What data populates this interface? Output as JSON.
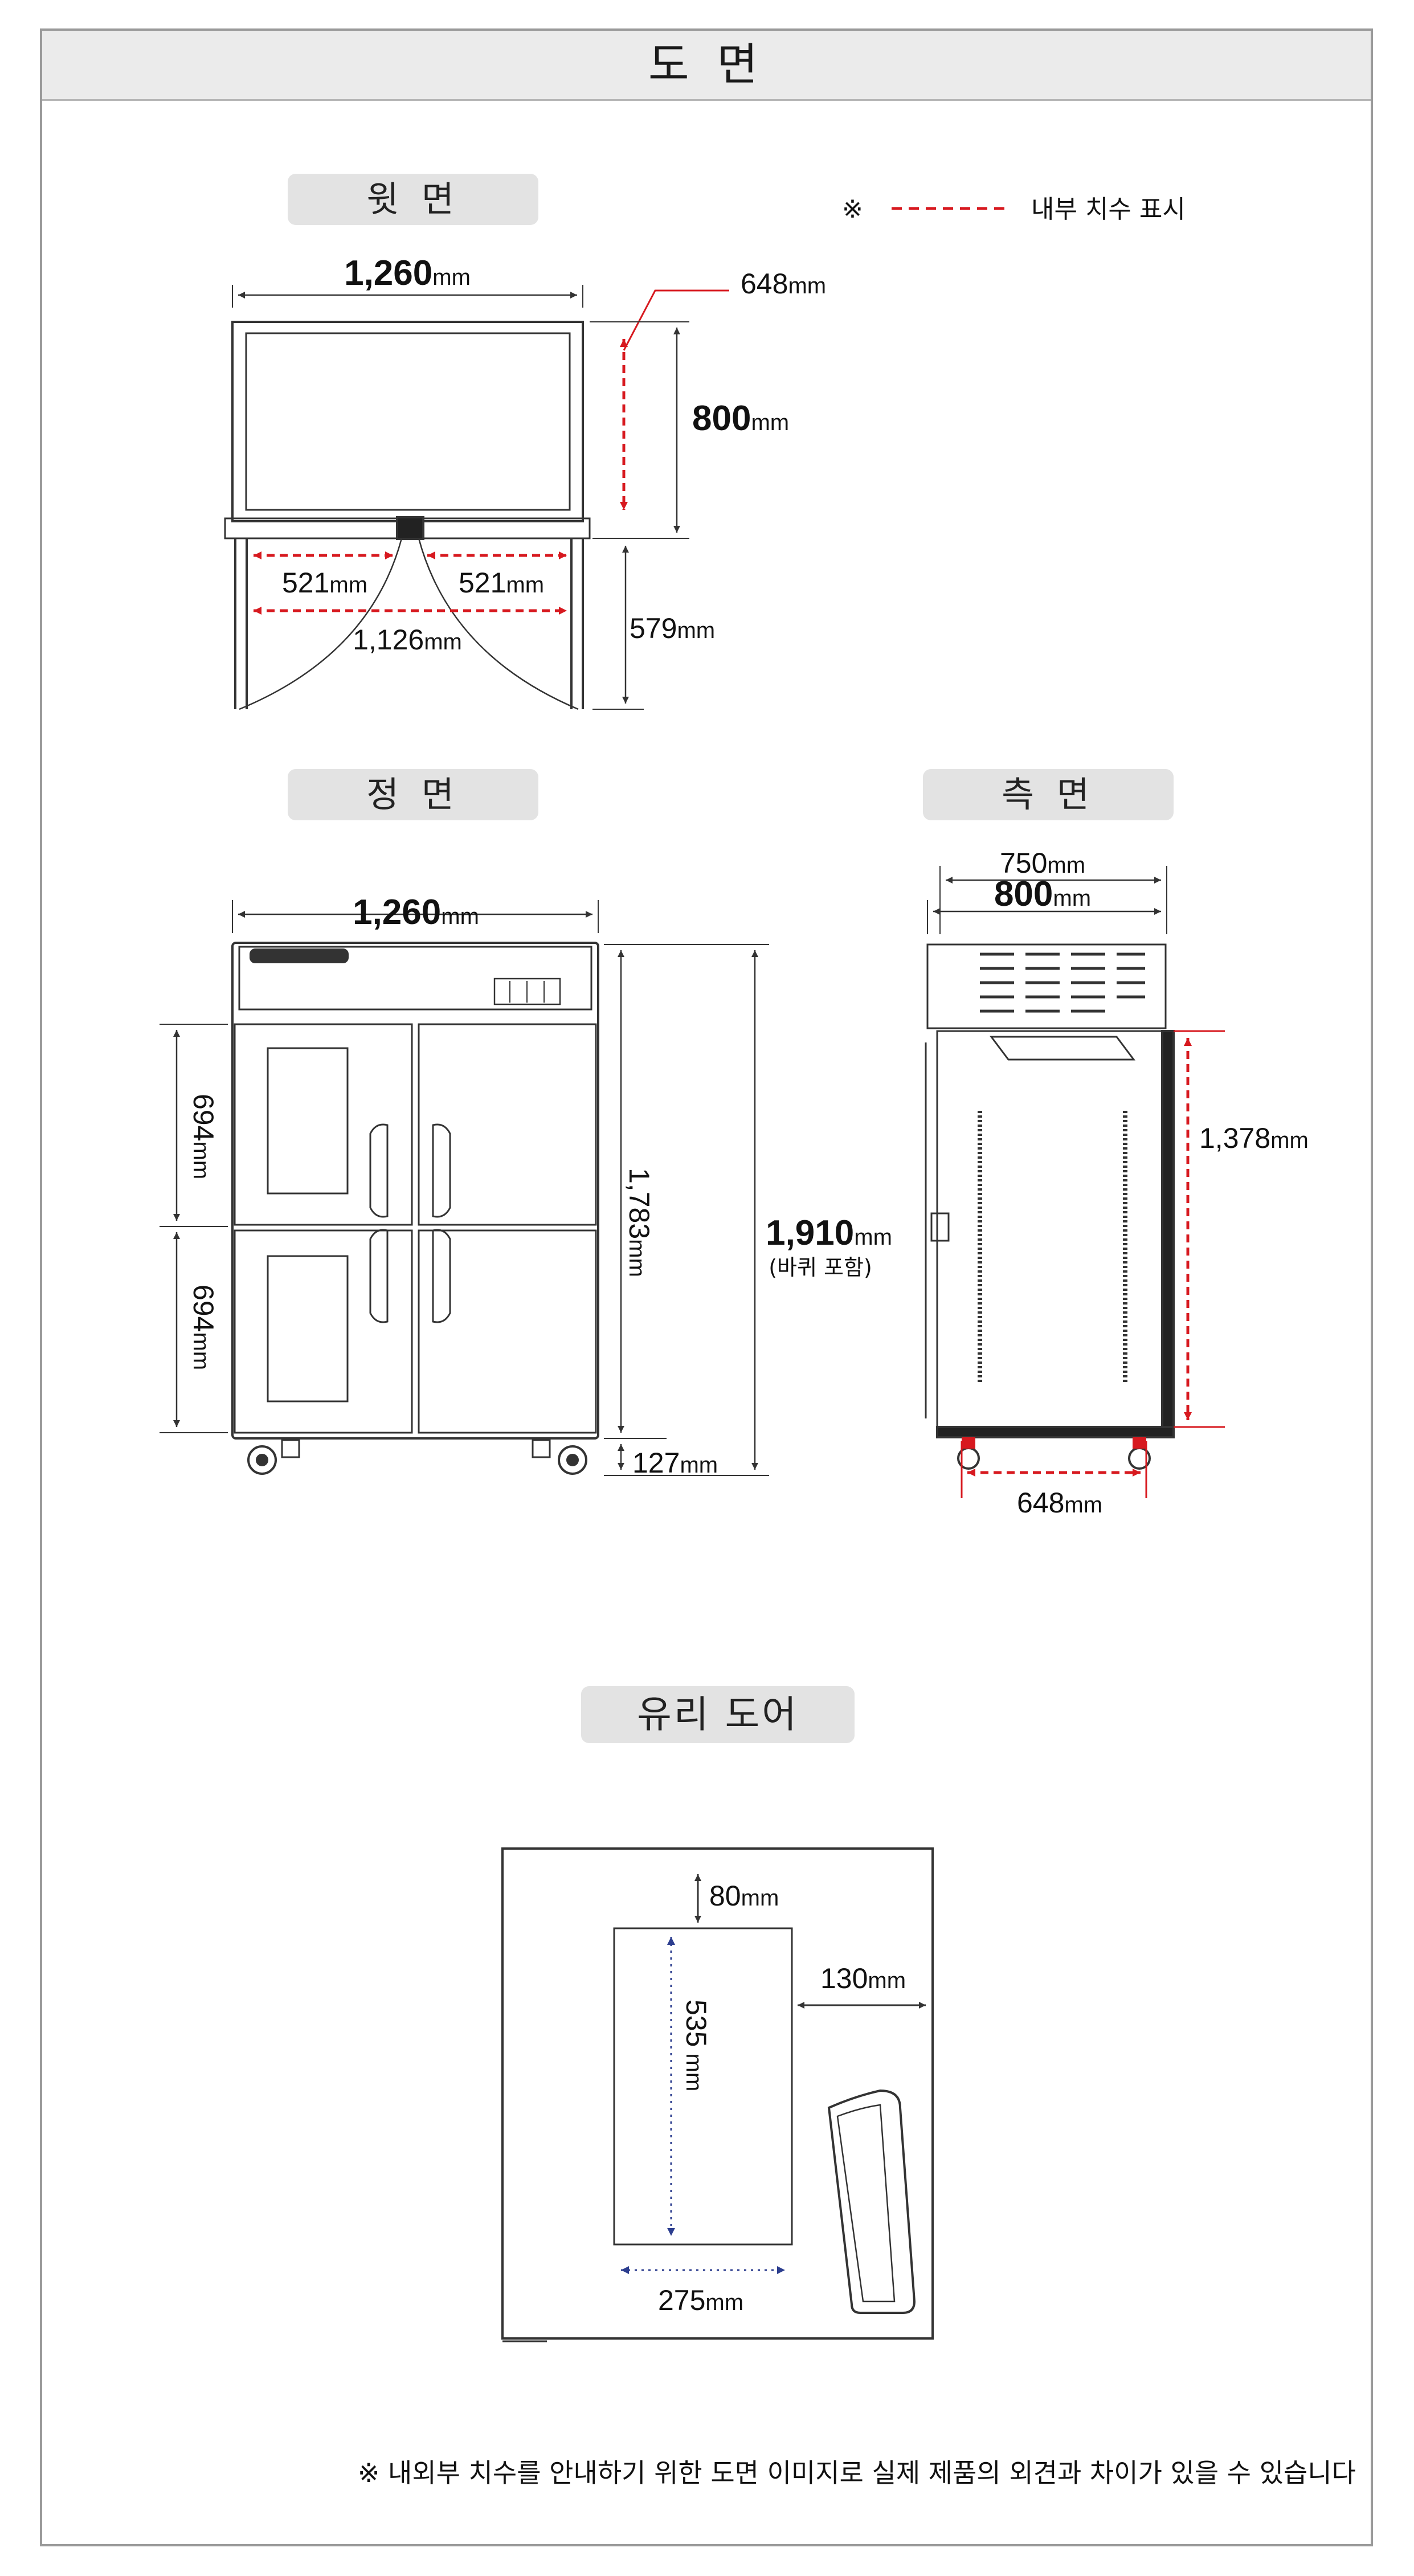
{
  "page_title": "도 면",
  "legend": {
    "symbol": "※",
    "label": "내부 치수 표시",
    "line_color": "#d7191f"
  },
  "sections": {
    "top_view": "윗 면",
    "front_view": "정 면",
    "side_view": "측 면",
    "glass_door": "유리 도어"
  },
  "unit": "mm",
  "top_view_dims": {
    "width": "1,260",
    "depth_inner": "648",
    "depth": "800",
    "door_left": "521",
    "door_right": "521",
    "inner_width": "1,126",
    "door_swing": "579"
  },
  "front_view_dims": {
    "width": "1,260",
    "upper_door": "694",
    "lower_door": "694",
    "body_height": "1,783",
    "total_height": "1,910",
    "total_height_note": "(바퀴 포함)",
    "caster": "127"
  },
  "side_view_dims": {
    "depth_body": "750",
    "depth": "800",
    "inner_height": "1,378",
    "inner_depth": "648"
  },
  "glass_door_dims": {
    "top_margin": "80",
    "window_height": "535",
    "window_width": "275",
    "handle_gap": "130",
    "spaced_unit": " mm"
  },
  "colors": {
    "dimension_inner": "#d7191f",
    "dimension_glass": "#2c3e8f",
    "line": "#333333"
  },
  "footnote": "※ 내외부 치수를 안내하기 위한 도면 이미지로 실제 제품의 외견과 차이가 있을 수 있습니다"
}
